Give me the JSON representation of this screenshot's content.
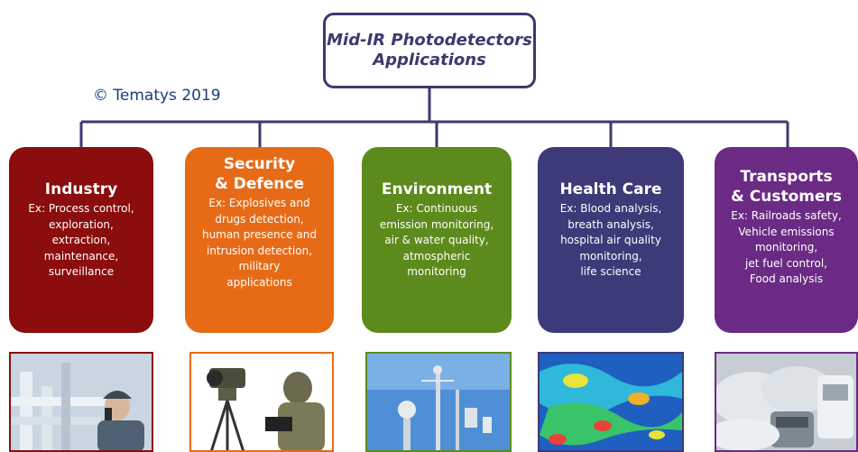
{
  "root": {
    "title_line1": "Mid-IR Photodetectors",
    "title_line2": "Applications"
  },
  "copyright": "© Tematys 2019",
  "categories": [
    {
      "title_lines": [
        "Industry"
      ],
      "description_lines": [
        "Ex: Process control,",
        "exploration,",
        "extraction,",
        "maintenance,",
        "surveillance"
      ],
      "color": "#8b0d0d",
      "photo_icon": "industrial-pipes-worker-photo"
    },
    {
      "title_lines": [
        "Security",
        "& Defence"
      ],
      "description_lines": [
        "Ex: Explosives and",
        "drugs detection,",
        "human presence and",
        "intrusion detection,",
        "military",
        "applications"
      ],
      "color": "#e76b17",
      "photo_icon": "thermal-camera-soldier-photo"
    },
    {
      "title_lines": [
        "Environment"
      ],
      "description_lines": [
        "Ex: Continuous",
        "emission monitoring,",
        "air  & water quality,",
        "atmospheric",
        "monitoring"
      ],
      "color": "#5d8a1c",
      "photo_icon": "weather-station-photo"
    },
    {
      "title_lines": [
        "Health Care"
      ],
      "description_lines": [
        "Ex: Blood analysis,",
        "breath analysis,",
        "hospital air quality",
        "monitoring,",
        "life science"
      ],
      "color": "#3c3a78",
      "photo_icon": "infrared-tissue-map-photo"
    },
    {
      "title_lines": [
        "Transports",
        "& Customers"
      ],
      "description_lines": [
        "Ex: Railroads safety,",
        "Vehicle emissions",
        "monitoring,",
        "jet fuel control,",
        "Food analysis"
      ],
      "color": "#6b2a84",
      "photo_icon": "vehicle-exhaust-traffic-photo"
    }
  ]
}
